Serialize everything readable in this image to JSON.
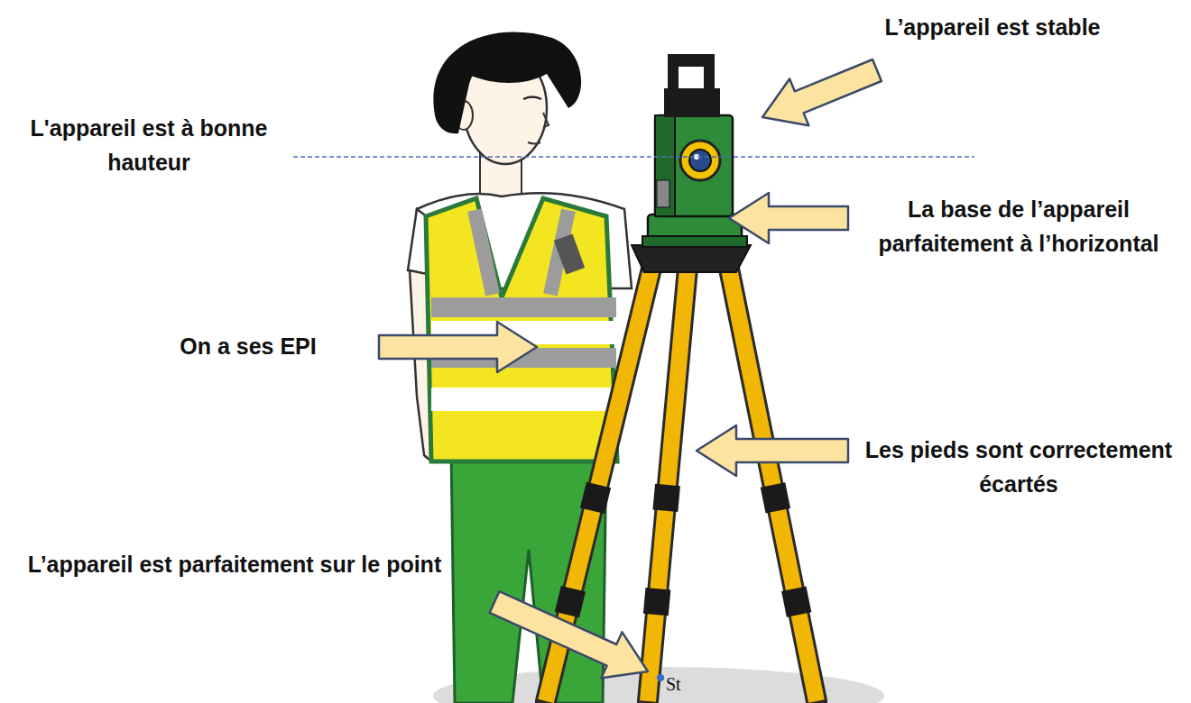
{
  "diagram": {
    "labels": [
      "L’appareil est stable",
      "L'appareil est à bonne hauteur",
      "La base de l’appareil parfaitement à l’horizontal",
      "On a ses EPI",
      "Les pieds sont correctement écartés",
      "L’appareil est parfaitement sur le point",
      "St"
    ]
  }
}
